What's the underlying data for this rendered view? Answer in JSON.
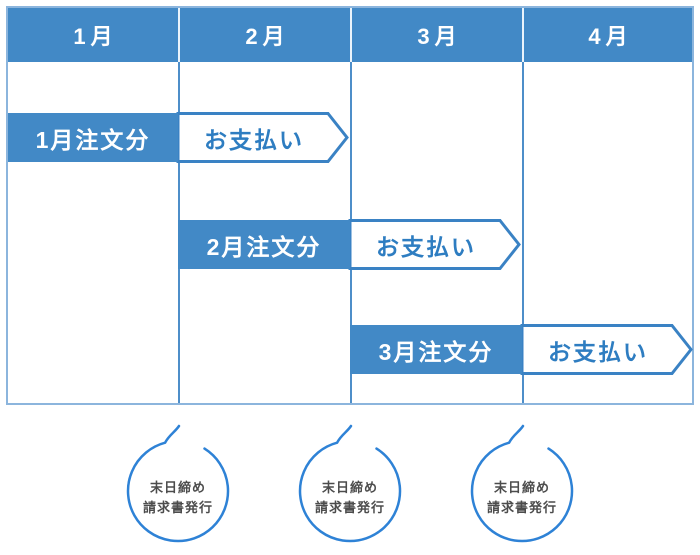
{
  "table": {
    "months": [
      "1月",
      "2月",
      "3月",
      "4月"
    ],
    "rows": [
      {
        "order_label": "1月注文分",
        "payment_label": "お支払い"
      },
      {
        "order_label": "2月注文分",
        "payment_label": "お支払い"
      },
      {
        "order_label": "3月注文分",
        "payment_label": "お支払い"
      }
    ]
  },
  "bubbles": [
    {
      "line1": "末日締め",
      "line2": "請求書発行"
    },
    {
      "line1": "末日締め",
      "line2": "請求書発行"
    },
    {
      "line1": "末日締め",
      "line2": "請求書発行"
    }
  ],
  "colors": {
    "primary_blue": "#4289C6",
    "grid_line": "#4E8EC9",
    "outer_border": "#8CB5DD",
    "arrow_border": "#3A82C4",
    "arrow_text": "#2E7DC1",
    "bubble_stroke": "#2E82D6",
    "bubble_text": "#4C4C4C"
  }
}
